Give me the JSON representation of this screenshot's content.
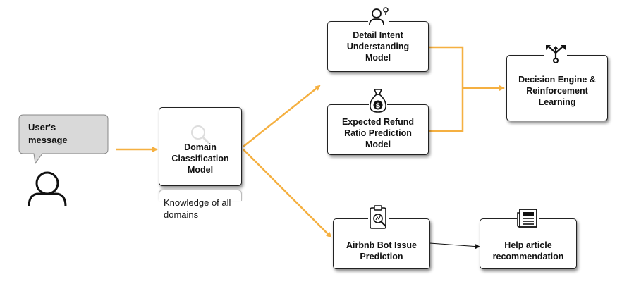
{
  "user": {
    "bubble_line1": "User's",
    "bubble_line2": "message"
  },
  "domain_model": {
    "line1": "Domain",
    "line2": "Classification",
    "line3": "Model"
  },
  "knowledge": {
    "line1": "Knowledge of all",
    "line2": "domains"
  },
  "intent_model": {
    "line1": "Detail Intent",
    "line2": "Understanding",
    "line3": "Model"
  },
  "refund_model": {
    "line1": "Expected Refund",
    "line2": "Ratio Prediction",
    "line3": "Model"
  },
  "decision_engine": {
    "line1": "Decision Engine &",
    "line2": "Reinforcement",
    "line3": "Learning"
  },
  "bot_issue": {
    "line1": "Airbnb Bot Issue",
    "line2": "Prediction"
  },
  "help_article": {
    "line1": "Help article",
    "line2": "recommendation"
  },
  "colors": {
    "arrow": "#F5B041",
    "bubble_fill": "#D9D9D9",
    "outline": "#222222"
  },
  "icons": {
    "user": "person-outline-icon",
    "domain": "magnifier-icon",
    "intent": "person-idea-icon",
    "refund": "money-bag-icon",
    "decision": "split-arrows-icon",
    "bot_issue": "clipboard-magnifier-icon",
    "help_article": "newspaper-icon"
  }
}
